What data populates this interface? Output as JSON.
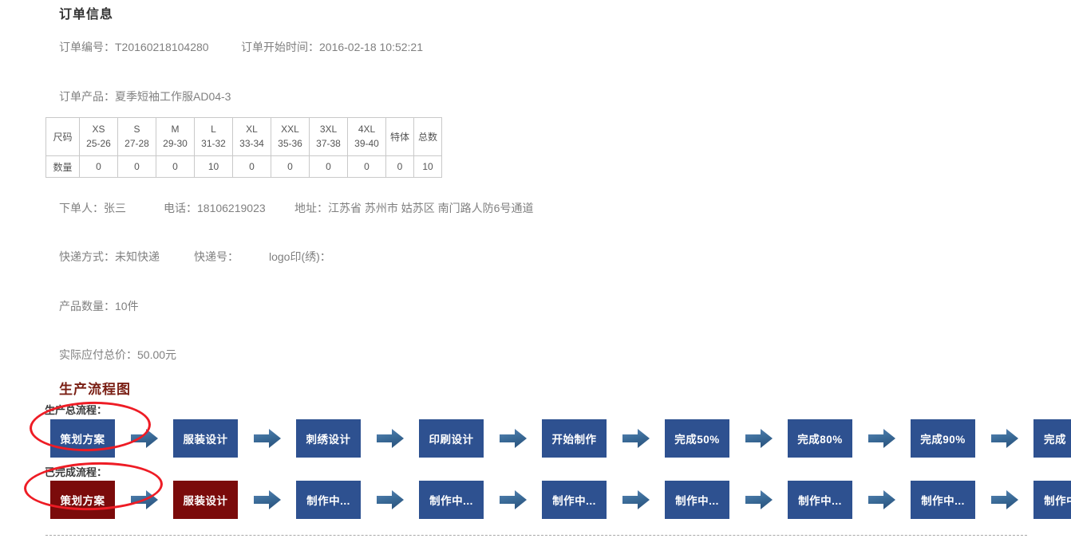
{
  "order": {
    "title": "订单信息",
    "order_no_label": "订单编号：",
    "order_no_value": "T20160218104280",
    "start_time_label": "订单开始时间：",
    "start_time_value": "2016-02-18 10:52:21",
    "product_label": "订单产品：",
    "product_value": "夏季短袖工作服AD04-3",
    "person_label": "下单人：",
    "person_value": "张三",
    "phone_label": "电话：",
    "phone_value": "18106219023",
    "address_label": "地址：",
    "address_value": "江苏省 苏州市 姑苏区 南门路人防6号通道",
    "express_label": "快递方式：",
    "express_value": "未知快递",
    "express_no_label": "快递号：",
    "express_no_value": "",
    "logo_label": "logo印(绣)：",
    "logo_value": "",
    "quantity_label": "产品数量：",
    "quantity_value": "10件",
    "price_label": "实际应付总价：",
    "price_value": "50.00元"
  },
  "size_table": {
    "row_label_header": "尺码",
    "row_label_qty": "数量",
    "columns": [
      {
        "size": "XS",
        "range": "25-26"
      },
      {
        "size": "S",
        "range": "27-28"
      },
      {
        "size": "M",
        "range": "29-30"
      },
      {
        "size": "L",
        "range": "31-32"
      },
      {
        "size": "XL",
        "range": "33-34"
      },
      {
        "size": "XXL",
        "range": "35-36"
      },
      {
        "size": "3XL",
        "range": "37-38"
      },
      {
        "size": "4XL",
        "range": "39-40"
      }
    ],
    "special_label": "特体",
    "total_label": "总数",
    "quantities": [
      "0",
      "0",
      "0",
      "10",
      "0",
      "0",
      "0",
      "0"
    ],
    "special_value": "0",
    "total_value": "10"
  },
  "flow": {
    "heading": "生产流程图",
    "total_row_label": "生产总流程：",
    "done_row_label": "已完成流程：",
    "colors": {
      "box_blue": "#2e5190",
      "box_maroon": "#7b0b0b",
      "arrow_blue": "#336699",
      "annotation_red": "#ee1c25",
      "heading_red": "#7a1f14"
    },
    "total_steps": [
      {
        "label": "策划方案",
        "state": "blue",
        "width": "wide"
      },
      {
        "label": "服装设计",
        "state": "blue",
        "width": "wide"
      },
      {
        "label": "刺绣设计",
        "state": "blue",
        "width": "wide"
      },
      {
        "label": "印刷设计",
        "state": "blue",
        "width": "wide"
      },
      {
        "label": "开始制作",
        "state": "blue",
        "width": "wide"
      },
      {
        "label": "完成50%",
        "state": "blue",
        "width": "wide"
      },
      {
        "label": "完成80%",
        "state": "blue",
        "width": "wide"
      },
      {
        "label": "完成90%",
        "state": "blue",
        "width": "wide"
      },
      {
        "label": "完成",
        "state": "blue",
        "width": "narrow"
      }
    ],
    "done_steps": [
      {
        "label": "策划方案",
        "state": "maroon",
        "width": "wide"
      },
      {
        "label": "服装设计",
        "state": "maroon",
        "width": "wide"
      },
      {
        "label": "制作中...",
        "state": "blue",
        "width": "wide"
      },
      {
        "label": "制作中...",
        "state": "blue",
        "width": "wide"
      },
      {
        "label": "制作中...",
        "state": "blue",
        "width": "wide"
      },
      {
        "label": "制作中...",
        "state": "blue",
        "width": "wide"
      },
      {
        "label": "制作中...",
        "state": "blue",
        "width": "wide"
      },
      {
        "label": "制作中...",
        "state": "blue",
        "width": "wide"
      },
      {
        "label": "制作中...",
        "state": "blue",
        "width": "wide"
      }
    ]
  }
}
